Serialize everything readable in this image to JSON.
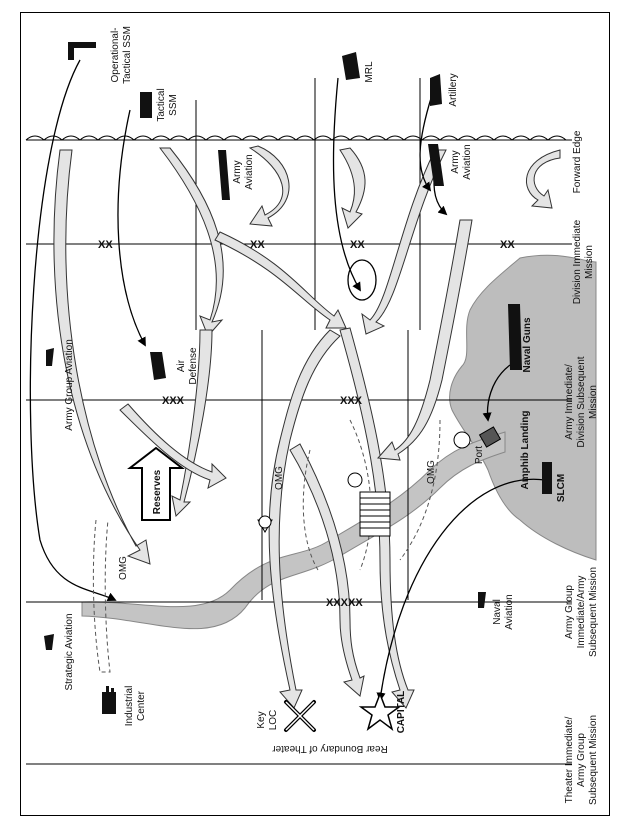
{
  "colors": {
    "background": "#ffffff",
    "line": "#000000",
    "arrow_fill": "#d6d6d6",
    "river": "#c4c4c4",
    "sea": "#bdbdbd"
  },
  "phase_lines": {
    "forward_edge": "Forward Edge",
    "division_immediate": "Division Immediate Mission",
    "army_immediate": "Army Immediate/ Division Subsequent Mission",
    "army_group_immediate": "Army Group Immediate/Army Subsequent Mission",
    "theater_immediate": "Theater Immediate/ Army Group Subsequent Mission"
  },
  "echelon_markers": {
    "division": "XX",
    "army": "XXX",
    "army_group": "XXXXX"
  },
  "weapons": {
    "operational_tactical_ssm": "Operational- Tactical SSM",
    "tactical_ssm": "Tactical SSM",
    "mrl": "MRL",
    "artillery": "Artillery",
    "army_aviation": "Army Aviation",
    "army_group_aviation": "Army Group Aviation",
    "strategic_aviation": "Strategic Aviation",
    "air_defense": "Air Defense",
    "naval_guns": "Naval Guns",
    "naval_aviation": "Naval Aviation",
    "slcm": "SLCM"
  },
  "places": {
    "reserves": "Reserves",
    "omg": "OMG",
    "port": "Port",
    "amphib_landing": "Amphib Landing",
    "industrial_center": "Industrial Center",
    "key_loc": "Key LOC",
    "capital": "CAPITAL",
    "rear_boundary": "Rear Boundary of Theater"
  }
}
